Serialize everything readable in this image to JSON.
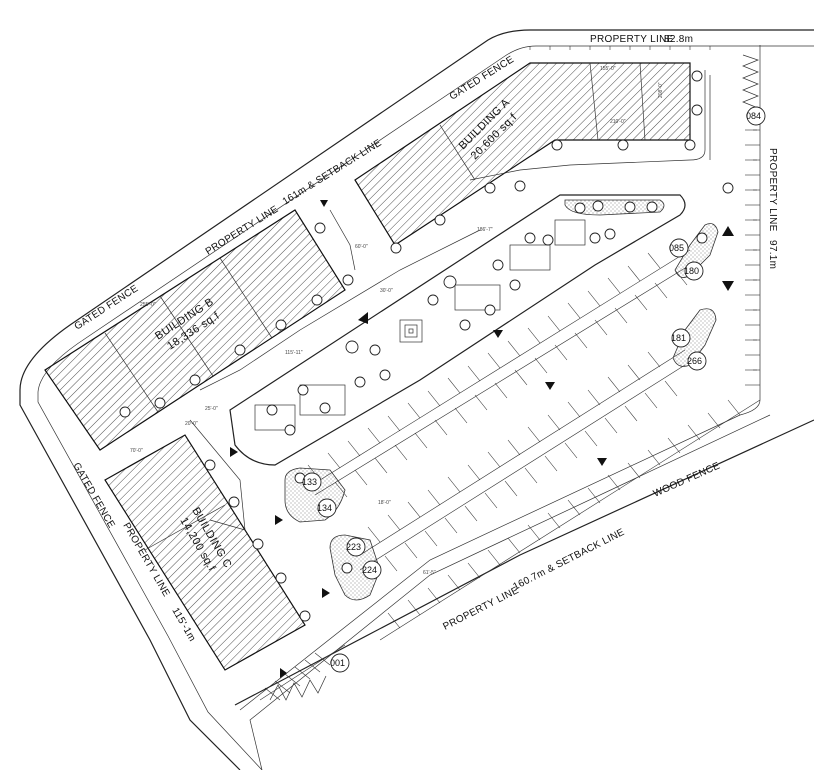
{
  "plan": {
    "property_line_top": "PROPERTY LINE",
    "property_line_top_length": "82.8m",
    "property_line_right": "PROPERTY LINE",
    "property_line_right_length": "97.1m",
    "property_line_nw": "PROPERTY LINE",
    "property_line_nw_length": "161m & SETBACK LINE",
    "property_line_bottom": "PROPERTY LINE",
    "property_line_bottom_length": "160.7m & SETBACK LINE",
    "property_line_left": "PROPERTY LINE",
    "property_line_left_length": "115'-1m",
    "gated_fence_1": "GATED FENCE",
    "gated_fence_2": "GATED FENCE",
    "gated_fence_3": "GATED FENCE",
    "wood_fence": "WOOD FENCE"
  },
  "buildings": [
    {
      "name": "BUILDING A",
      "area": "20,600 sq.f"
    },
    {
      "name": "BUILDING B",
      "area": "18,336 sq.f"
    },
    {
      "name": "BUILDING C",
      "area": "14,200 sq.f"
    }
  ],
  "tree_tags": [
    "084",
    "085",
    "180",
    "181",
    "266",
    "133",
    "134",
    "223",
    "224",
    "001"
  ],
  "dimensions": [
    "155'-0\"",
    "208'-0\"",
    "210'-0\"",
    "60'-0\"",
    "186'-7\"",
    "30'-0\"",
    "255'-0\"",
    "115'-11\"",
    "20'-0\"",
    "70'-0\"",
    "25'-0\"",
    "18'-0\"",
    "61'-5\""
  ]
}
